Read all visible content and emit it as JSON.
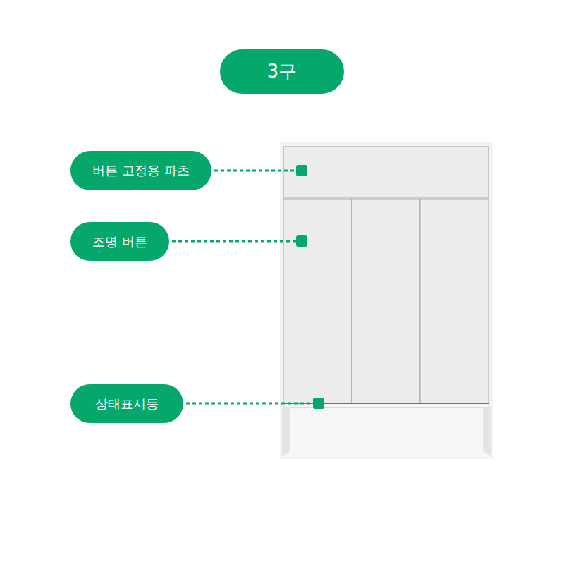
{
  "diagram": {
    "title": "3구",
    "nodes": [
      {
        "text": [
          "버튼 고정용 파츠"
        ]
      },
      {
        "text": [
          "조명 버튼"
        ]
      },
      {
        "text": [
          "상태표시등"
        ]
      }
    ]
  }
}
